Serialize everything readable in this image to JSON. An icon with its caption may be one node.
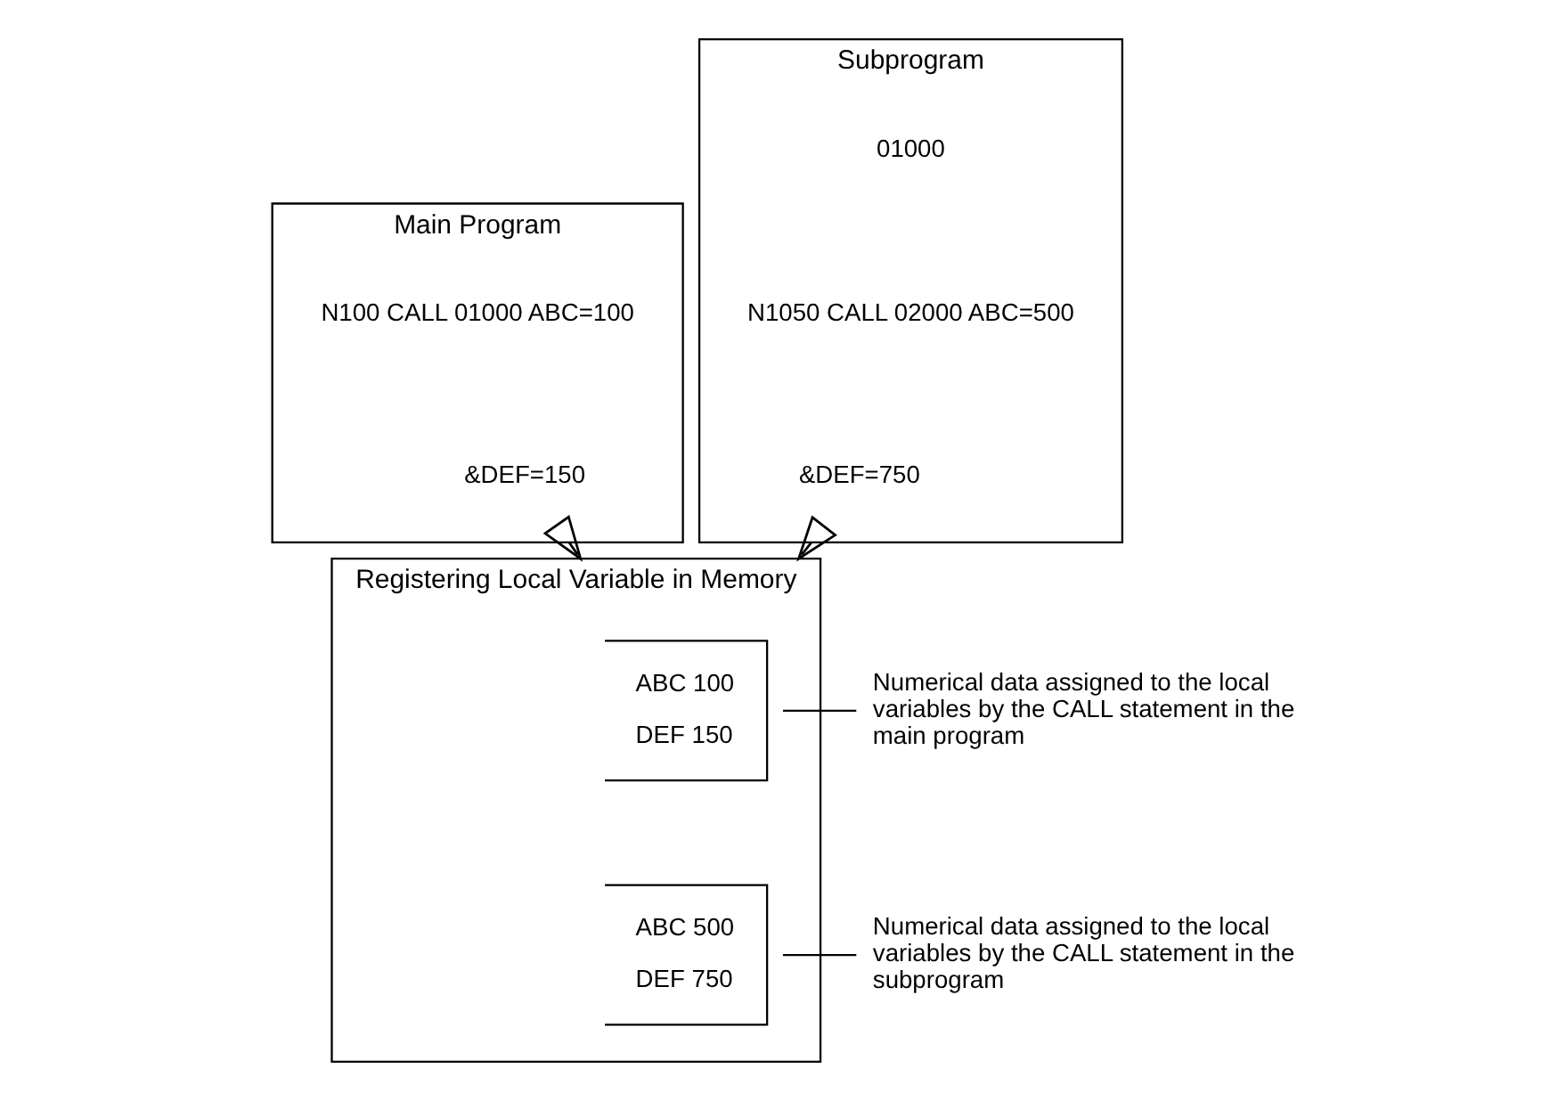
{
  "diagram": {
    "nodes": [
      {
        "text": [
          "Main Program"
        ]
      },
      {
        "text": [
          "N100 CALL 01000 ABC=100"
        ],
        "in": 0
      },
      {
        "text": [
          "&DEF=150"
        ],
        "in": 0
      },
      {
        "text": [
          "Subprogram"
        ]
      },
      {
        "text": [
          "01000"
        ],
        "in": 3
      },
      {
        "text": [
          "N1050 CALL 02000 ABC=500"
        ],
        "in": 3
      },
      {
        "text": [
          "&DEF=750"
        ],
        "in": 3
      },
      {
        "text": [
          "Registering Local Variable in Memory"
        ]
      },
      {
        "text": [
          "ABC 100",
          "DEF 150"
        ],
        "in": 7
      },
      {
        "text": [
          "ABC 500",
          "DEF 750"
        ],
        "in": 7
      },
      {
        "text": [
          "Numerical data assigned to the local variables by the CALL statement in the main program"
        ]
      },
      {
        "text": [
          "Numerical data assigned to the local variables by the CALL statement in the subprogram"
        ]
      }
    ],
    "edges": [
      {
        "from": 0,
        "to": 7,
        "arrow": "to"
      },
      {
        "from": 3,
        "to": 7,
        "arrow": "to"
      },
      {
        "from": 10,
        "to": 8,
        "arrow": "none"
      },
      {
        "from": 11,
        "to": 9,
        "arrow": "none"
      }
    ]
  }
}
